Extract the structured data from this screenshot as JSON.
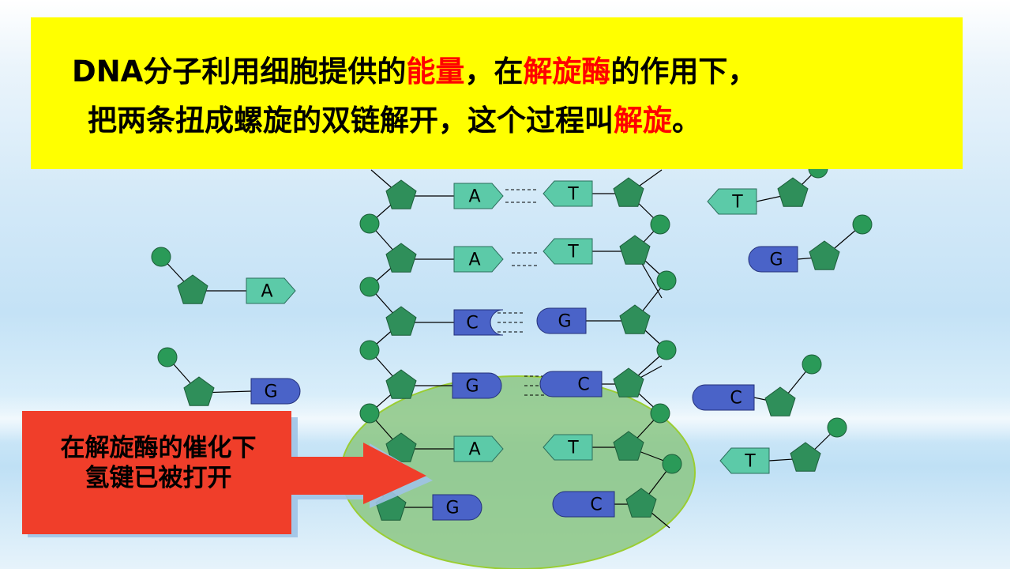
{
  "title": {
    "line1": [
      {
        "text": "DNA分子利用细胞提供的",
        "highlight": false
      },
      {
        "text": "能量",
        "highlight": true
      },
      {
        "text": "，在",
        "highlight": false
      },
      {
        "text": "解旋酶",
        "highlight": true
      },
      {
        "text": "的作用下，",
        "highlight": false
      }
    ],
    "line2": [
      {
        "text": "把两条扭成螺旋的双链解开，这个过程叫",
        "highlight": false
      },
      {
        "text": "解旋",
        "highlight": true
      },
      {
        "text": "。",
        "highlight": false
      }
    ]
  },
  "arrow_label": {
    "line1": "在解旋酶的催化下",
    "line2": "氢键已被打开"
  },
  "bases": {
    "left_strand": [
      "A",
      "A",
      "C",
      "G",
      "A",
      "G"
    ],
    "right_strand": [
      "T",
      "T",
      "G",
      "C",
      "T",
      "C"
    ],
    "free_left": [
      "A",
      "G"
    ],
    "free_right": [
      "T",
      "G",
      "C",
      "T"
    ]
  },
  "colors": {
    "title_bg": "#ffff00",
    "highlight": "#ff0000",
    "arrow": "#f03e2a",
    "enzyme": "#8cc784",
    "sugar": "#2f8f5a",
    "phosphate": "#2a9a58",
    "base_AT": "#5ccaa8",
    "base_GC": "#4a63c8"
  }
}
